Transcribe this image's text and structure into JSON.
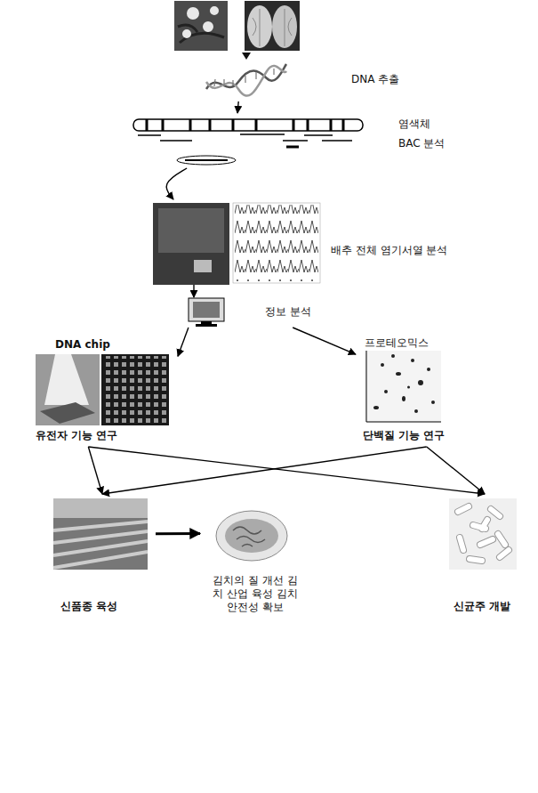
{
  "diagram": {
    "nodes": [
      {
        "text": [
          "DNA 추출"
        ]
      },
      {
        "text": [
          "염색체",
          "BAC 분석"
        ]
      },
      {
        "text": [
          "배추 전체 염기서열 분석"
        ]
      },
      {
        "text": [
          "정보 분석"
        ]
      },
      {
        "text": [
          "DNA chip",
          "유전자 기능 연구"
        ]
      },
      {
        "text": [
          "프로테오믹스",
          "단백질 기능 연구"
        ]
      },
      {
        "text": [
          "신품종 육성"
        ]
      },
      {
        "text": [
          "김치의 질 개선 김치 산업 육성 김치 안전성 확보"
        ]
      },
      {
        "text": [
          "신균주 개발"
        ]
      }
    ],
    "edges": [
      {
        "from": 0,
        "to": 1,
        "arrow": "to"
      },
      {
        "from": 1,
        "to": 2,
        "arrow": "to"
      },
      {
        "from": 2,
        "to": 3,
        "arrow": "to"
      },
      {
        "from": 3,
        "to": 4,
        "arrow": "to"
      },
      {
        "from": 3,
        "to": 5,
        "arrow": "to"
      },
      {
        "from": 4,
        "to": 6,
        "arrow": "to"
      },
      {
        "from": 4,
        "to": 8,
        "arrow": "to"
      },
      {
        "from": 5,
        "to": 6,
        "arrow": "to"
      },
      {
        "from": 5,
        "to": 8,
        "arrow": "to"
      },
      {
        "from": 6,
        "to": 7,
        "arrow": "to"
      }
    ]
  }
}
